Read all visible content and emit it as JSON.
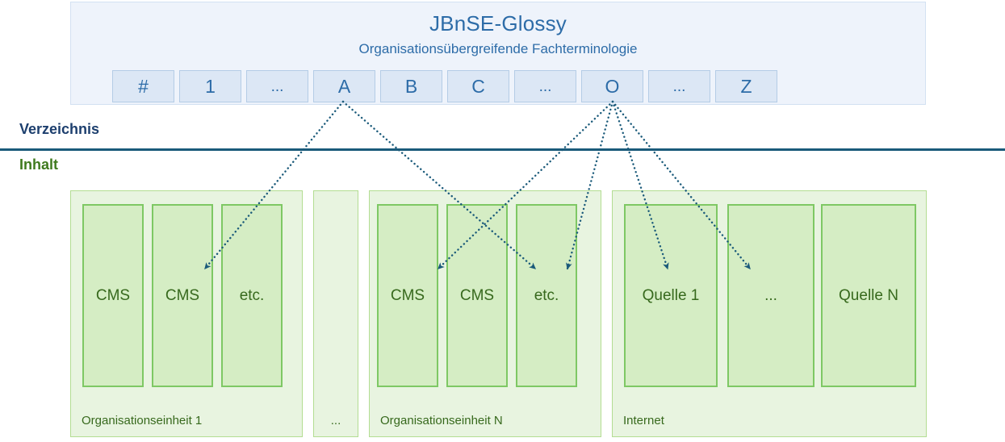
{
  "header": {
    "title": "JBnSE-Glossy",
    "subtitle": "Organisationsübergreifende Fachterminologie",
    "letters": [
      {
        "label": "#",
        "kind": "symbol"
      },
      {
        "label": "1",
        "kind": "digit"
      },
      {
        "label": "...",
        "kind": "ellipsis"
      },
      {
        "label": "A",
        "kind": "letter"
      },
      {
        "label": "B",
        "kind": "letter"
      },
      {
        "label": "C",
        "kind": "letter"
      },
      {
        "label": "...",
        "kind": "ellipsis"
      },
      {
        "label": "O",
        "kind": "letter"
      },
      {
        "label": "...",
        "kind": "ellipsis"
      },
      {
        "label": "Z",
        "kind": "letter"
      }
    ]
  },
  "sections": {
    "directory_label": "Verzeichnis",
    "content_label": "Inhalt"
  },
  "groups": [
    {
      "label": "Organisationseinheit 1",
      "label_align": "left",
      "items": [
        {
          "label": "CMS"
        },
        {
          "label": "CMS"
        },
        {
          "label": "etc."
        }
      ]
    },
    {
      "label": "...",
      "label_align": "center",
      "items": []
    },
    {
      "label": "Organisationseinheit N",
      "label_align": "left",
      "items": [
        {
          "label": "CMS"
        },
        {
          "label": "CMS"
        },
        {
          "label": "etc."
        }
      ]
    },
    {
      "label": "Internet",
      "label_align": "left",
      "items": [
        {
          "label": "Quelle 1"
        },
        {
          "label": "..."
        },
        {
          "label": "Quelle N"
        }
      ]
    }
  ],
  "connections": [
    {
      "from": "A",
      "to": "Organisationseinheit 1 / CMS (2nd)"
    },
    {
      "from": "A",
      "to": "Organisationseinheit N / etc."
    },
    {
      "from": "O",
      "to": "Organisationseinheit N / CMS (1st)"
    },
    {
      "from": "O",
      "to": "Organisationseinheit N / etc."
    },
    {
      "from": "O",
      "to": "Internet / Quelle 1"
    },
    {
      "from": "O",
      "to": "Internet / ..."
    }
  ],
  "colors": {
    "header_bg": "#eef3fb",
    "header_border": "#d3e1f2",
    "header_text": "#2d6ca8",
    "letter_bg": "#dce7f5",
    "letter_border": "#b4cce6",
    "divider": "#1a5a7a",
    "directory_text": "#1d3f6e",
    "content_text": "#3f7a1e",
    "group_bg": "#e8f4e0",
    "group_border": "#b3dd92",
    "item_bg": "#d5edc4",
    "item_border": "#7ec864",
    "item_text": "#37691d",
    "arrow": "#1a5a7a"
  }
}
